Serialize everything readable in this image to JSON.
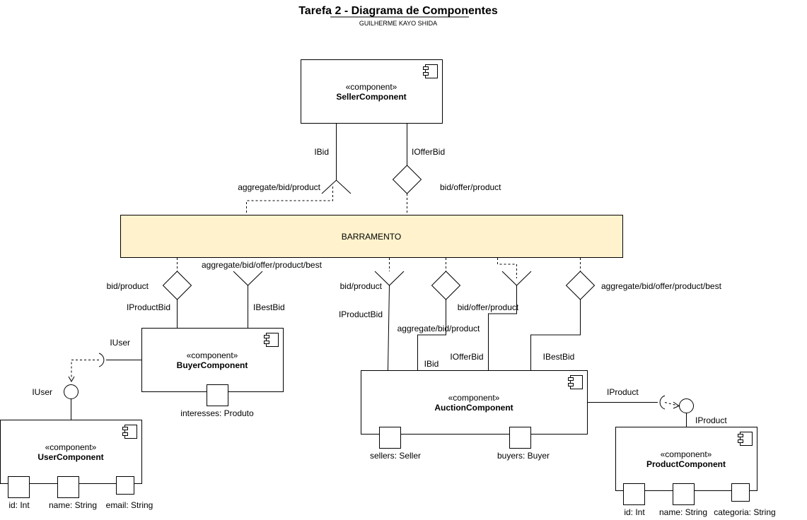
{
  "title": "Tarefa 2 - Diagrama de Componentes",
  "author": "GUILHERME KAYO SHIDA",
  "stereotype": "«component»",
  "bus": {
    "label": "BARRAMENTO",
    "fill": "#fff2cc"
  },
  "components": {
    "seller": {
      "name": "SellerComponent"
    },
    "buyer": {
      "name": "BuyerComponent"
    },
    "user": {
      "name": "UserComponent"
    },
    "auction": {
      "name": "AuctionComponent"
    },
    "product": {
      "name": "ProductComponent"
    }
  },
  "ports": {
    "buyer_interesses": "interesses: Produto",
    "user_id": "id: Int",
    "user_name": "name: String",
    "user_email": "email: String",
    "auction_sellers": "sellers: Seller",
    "auction_buyers": "buyers: Buyer",
    "product_id": "id: Int",
    "product_name": "name: String",
    "product_categoria": "categoria: String"
  },
  "interfaces": {
    "seller_ibid": "IBid",
    "seller_iofferbid": "IOfferBid",
    "buyer_iproductbid": "IProductBid",
    "buyer_ibestbid": "IBestBid",
    "buyer_iuser": "IUser",
    "user_iuser": "IUser",
    "auction_iproductbid": "IProductBid",
    "auction_ibid": "IBid",
    "auction_iofferbid": "IOfferBid",
    "auction_ibestbid": "IBestBid",
    "auction_iproduct": "IProduct",
    "product_iproduct": "IProduct"
  },
  "topics": {
    "seller_aggregate": "aggregate/bid/product",
    "seller_offer": "bid/offer/product",
    "buyer_bid": "bid/product",
    "buyer_best": "aggregate/bid/offer/product/best",
    "auction_bid": "bid/product",
    "auction_aggregate": "aggregate/bid/product",
    "auction_offer": "bid/offer/product",
    "auction_best": "aggregate/bid/offer/product/best"
  }
}
